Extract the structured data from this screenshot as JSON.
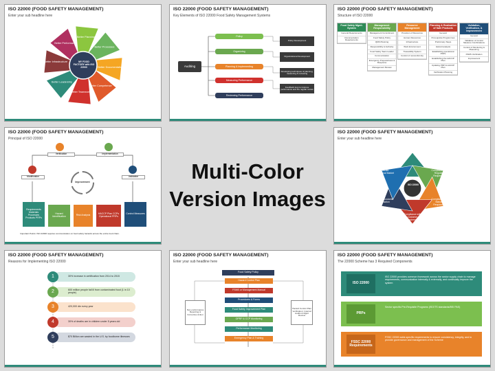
{
  "center_title": {
    "line1": "Multi-Color",
    "line2": "Version Images"
  },
  "slides": [
    {
      "title": "ISO 22000 (FOOD SAFETY MANAGEMENT)",
      "subtitle": "Enter your sub headline here",
      "hub": "MY FOOD FACTORY with ISO 22000",
      "petals": [
        "Better Planning",
        "Better Processes",
        "Better Documentation",
        "Better Competence",
        "Better Teamwork",
        "Better Leadership",
        "Better Infrastructure",
        "Better Performance"
      ],
      "colors": [
        "#8cc63f",
        "#6bb45e",
        "#f5a623",
        "#e05a2b",
        "#d0312d",
        "#2e8b7a",
        "#8b3a3a",
        "#b03060"
      ]
    },
    {
      "title": "ISO 22000 (FOOD SAFETY MANAGEMENT)",
      "subtitle": "Key Elements of ISO 22000 Food Safety Management Systems",
      "root": "Auditing",
      "branches": [
        "Policy",
        "Organizing",
        "Planning & Implementing",
        "Measuring Performance",
        "Reviewing Performance"
      ],
      "notes": [
        "Policy Development",
        "Organizational Development",
        "Developing techniques of planning, measuring & reviewing",
        "Feedback loop to improve performance and the regular review"
      ],
      "colors": [
        "#7cbf4f",
        "#6aa84f",
        "#e8832a",
        "#d0312d",
        "#2f3e5c"
      ]
    },
    {
      "title": "ISO 22000 (FOOD SAFETY MANAGEMENT)",
      "subtitle": "Structure of ISO 22000",
      "columns": [
        {
          "head": "Food Safety Mgmt. System",
          "color": "#2e8b57",
          "items": [
            "General Requirements",
            "Documentation Requirements"
          ]
        },
        {
          "head": "Management Responsibility",
          "color": "#6aa84f",
          "items": [
            "Management Commitment",
            "Food Safety Policy",
            "QMS Planning",
            "Responsibility & Authority",
            "Food Safety Team Leader",
            "Communication",
            "Emergency Preparedness & Response",
            "Management Review"
          ]
        },
        {
          "head": "Resource Management",
          "color": "#e8832a",
          "items": [
            "Provision of Resources",
            "Human Resources",
            "Infrastructure",
            "Work Environment",
            "Traceability System",
            "Control of nonconformity"
          ]
        },
        {
          "head": "Planning & Realization of Safe Products",
          "color": "#c0392b",
          "items": [
            "General",
            "Prerequisite Programmes",
            "Preliminary Steps",
            "Hazard analysis",
            "Establishing operational PRPs",
            "Establishing the HACCP Plan",
            "Updating PRP & HACCP Plan",
            "Verification Planning"
          ]
        },
        {
          "head": "Validation, Verification, & Improvement",
          "color": "#1f4e79",
          "items": [
            "General",
            "Validation of Control Measure Combinations",
            "Control of Monitoring & Measuring",
            "FSMS Verification",
            "Improvement"
          ]
        }
      ]
    },
    {
      "title": "ISO 22000 (FOOD SAFETY MANAGEMENT)",
      "subtitle": "Principal of ISO 22000",
      "center": "Improvement",
      "nodes": [
        "Verification",
        "Implementation",
        "Modification",
        "Validation"
      ],
      "blocks": [
        "Requirements Materials Processes Products PRPs",
        "Hazard Identification",
        "Risk Analysis",
        "HACCP Plan CCPs Operational PRPs",
        "Control Measures"
      ],
      "footnote": "Important Points: ISO 22000 requires communication on food safety hazards across the entire food chain.",
      "colors": [
        "#2e8b7a",
        "#6aa84f",
        "#e8832a",
        "#c0392b",
        "#1f4e79"
      ]
    },
    {
      "title": "ISO 22000 (FOOD SAFETY MANAGEMENT)",
      "subtitle": "Enter your sub headline here",
      "hub": "ISO 22000",
      "tri": [
        "Hazardous Foods",
        "Compliance with Regulatory Requirement",
        "Compliance with Statutory Requirement",
        "Compliance with Customer Requirement",
        "Enhance Customer Satisfaction",
        "Penetrate International Market"
      ],
      "colors": [
        "#2e8b7a",
        "#6aa84f",
        "#e8832a",
        "#c0392b",
        "#2f3e5c",
        "#1f6fb0"
      ]
    },
    {
      "title": "ISO 22000 (FOOD SAFETY MANAGEMENT)",
      "subtitle": "Reasons for Implementing ISO 22000",
      "rows": [
        {
          "num": "1",
          "text": "30% increase in certification from 2014 to 2015",
          "color": "#2e8b7a",
          "bg": "#cfe8e3"
        },
        {
          "num": "2",
          "text": "600 million people fall ill from contaminated food (1 in 10 people)",
          "color": "#6aa84f",
          "bg": "#dcedcf"
        },
        {
          "num": "3",
          "text": "420,000 die every year",
          "color": "#e8832a",
          "bg": "#fbe2cc"
        },
        {
          "num": "4",
          "text": "30% of deaths are in children under 5 years old",
          "color": "#c0392b",
          "bg": "#f3d0cc"
        },
        {
          "num": "5",
          "text": "$70 Billion are wasted in the U.S. by foodborne illnesses",
          "color": "#2f3e5c",
          "bg": "#d3d8e0"
        }
      ]
    },
    {
      "title": "ISO 22000 (FOOD SAFETY MANAGEMENT)",
      "subtitle": "Enter your sub headline here",
      "top": "Food Safety Policy",
      "steps": [
        "Hazard Control Plan",
        "FSMS or Management Manual",
        "Procedures & Forms",
        "Food Safety Improvement Plan",
        "OPRP & CCP Monitoring",
        "Performance Monitoring",
        "Emergency Plan & Training"
      ],
      "left": "Non-conformance Reporting & Corrective Action",
      "right": "Hazard Control Plan Verification: Internal Audits & Mgmt Review",
      "colors": [
        "#e8832a",
        "#c0392b",
        "#1f4e79",
        "#2e8b7a",
        "#6aa84f",
        "#2e8b7a",
        "#e8832a"
      ]
    },
    {
      "title": "ISO 22000 (FOOD SAFETY MANAGEMENT)",
      "subtitle": "The 22000 Scheme has 3 Required Components",
      "comps": [
        {
          "label": "ISO 22000",
          "text": "ISO 22000 provides common framework across the sector supply chain to manage requirements, communication internally & externally, and continually improve the system",
          "color": "#2e8b7a",
          "bg": "#1f6f62"
        },
        {
          "label": "PRPs",
          "text": "Sector specific Pre-Requisite Programs (ISO/TS standards/BSI PAS)",
          "color": "#7cbf4f",
          "bg": "#5c9a34"
        },
        {
          "label": "FSSC 22000 Requirements",
          "text": "FSSC 22000 adds specific requirements to ensure consistency, integrity, and to provide governance and management of the Scheme",
          "color": "#e8832a",
          "bg": "#c6661a"
        }
      ]
    }
  ]
}
